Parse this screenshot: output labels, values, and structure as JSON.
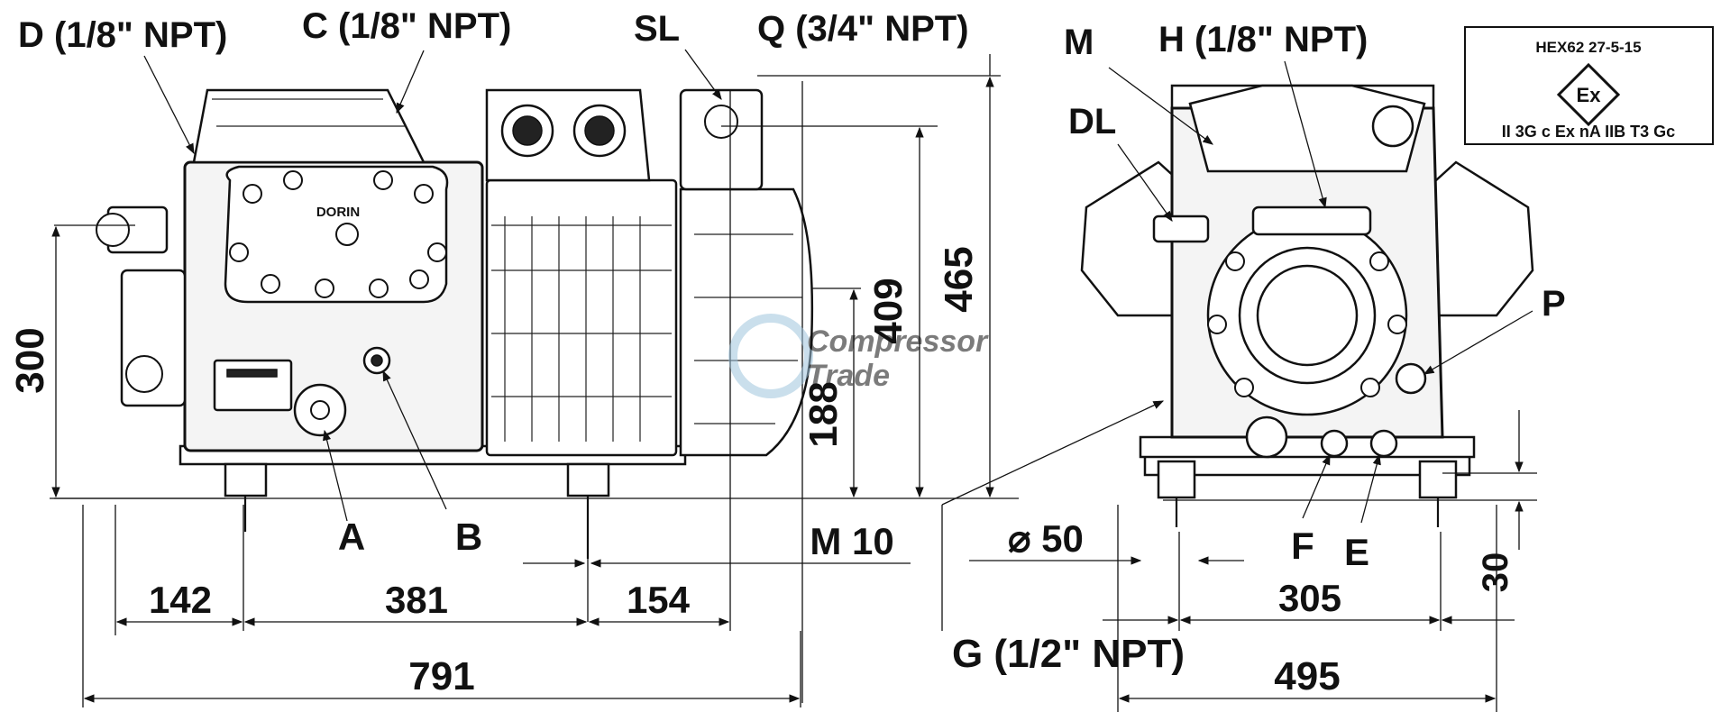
{
  "callouts": {
    "D": "D (1/8\" NPT)",
    "C": "C (1/8\" NPT)",
    "SL": "SL",
    "Q": "Q (3/4\" NPT)",
    "M": "M",
    "H": "H (1/8\" NPT)",
    "DL": "DL",
    "P": "P",
    "A": "A",
    "B": "B",
    "F": "F",
    "E": "E",
    "G": "G (1/2\" NPT)",
    "M10": "M 10",
    "diameter": "⌀ 50"
  },
  "certification": {
    "code": "HEX62 27-5-15",
    "ex_mark": "Ex",
    "marking": "II 3G c Ex nA IIB T3 Gc"
  },
  "dimensions": {
    "h300": "300",
    "h409": "409",
    "h465": "465",
    "h188": "188",
    "w142": "142",
    "w381": "381",
    "w154": "154",
    "w791": "791",
    "w305": "305",
    "w495": "495",
    "h30": "30"
  },
  "brand": "DORIN",
  "watermark": {
    "line1": "Compressor",
    "line2": "Trade"
  }
}
